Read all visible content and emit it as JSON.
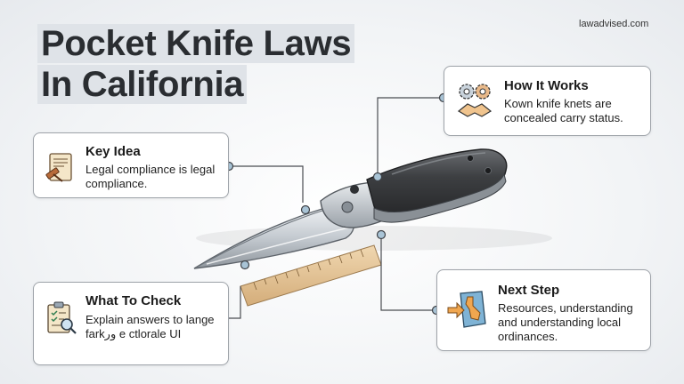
{
  "header": {
    "title_line1": "Pocket Knife Laws",
    "title_line2": "In California",
    "site": "lawadvised.com"
  },
  "cards": {
    "key_idea": {
      "title": "Key Idea",
      "body": "Legal compliance is legal compliance."
    },
    "how_it_works": {
      "title": "How It Works",
      "body": "Kown knife knets are concealed carry status."
    },
    "what_to_check": {
      "title": "What To Check",
      "body": "Explain answers to lange farkور e ctlorale UI"
    },
    "next_step": {
      "title": "Next Step",
      "body": "Resources, understanding and understanding local ordinances."
    }
  },
  "icons": {
    "key_idea": "scroll-gavel-icon",
    "how_it_works": "gears-handshake-icon",
    "what_to_check": "clipboard-magnifier-icon",
    "next_step": "map-arrow-icon"
  },
  "colors": {
    "title_highlight": "#dfe3e8",
    "connector": "#4a4d52",
    "node_fill": "#a9c4d6",
    "handle": "#3b3d40",
    "blade": "#c9ced4",
    "ruler": "#e3c49a"
  }
}
